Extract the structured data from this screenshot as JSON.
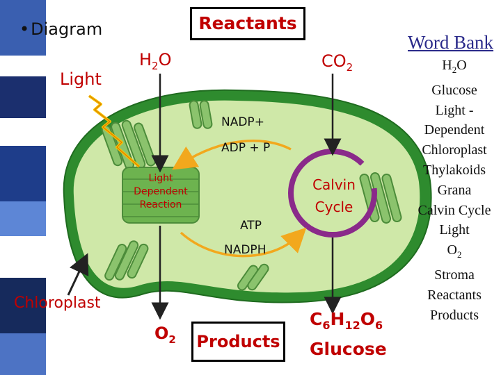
{
  "title": {
    "bullet": "•",
    "text": "Diagram"
  },
  "reactants_label": "Reactants",
  "light_label": "Light",
  "h2o": {
    "base": "H",
    "sub": "2",
    "tail": "O"
  },
  "co2": {
    "base": "CO",
    "sub": "2"
  },
  "nadp_label": "NADP+",
  "adp_label": "ADP + P",
  "light_dependent": {
    "line1": "Light",
    "line2": "Dependent",
    "line3": "Reaction"
  },
  "calvin": {
    "line1": "Calvin",
    "line2": "Cycle"
  },
  "atp_label": "ATP",
  "nadph_label": "NADPH",
  "chloroplast_label": "Chloroplast",
  "o2": {
    "base": "O",
    "sub": "2"
  },
  "products_label": "Products",
  "glucose_formula": {
    "c": "C",
    "c_sub": "6",
    "h": "H",
    "h_sub": "12",
    "o": "O",
    "o_sub": "6"
  },
  "glucose_label": "Glucose",
  "word_bank": {
    "title": "Word Bank",
    "items": [
      {
        "base": "H",
        "sub": "2",
        "tail": "O"
      },
      {
        "base": "Glucose"
      },
      {
        "base": "Light -"
      },
      {
        "base": "Dependent"
      },
      {
        "base": "Chloroplast"
      },
      {
        "base": "Thylakoids"
      },
      {
        "base": "Grana"
      },
      {
        "base": "Calvin Cycle"
      },
      {
        "base": "Light"
      },
      {
        "base": "O",
        "sub": "2"
      },
      {
        "base": "Stroma"
      },
      {
        "base": "Reactants"
      },
      {
        "base": "Products"
      }
    ]
  },
  "colors": {
    "red_text": "#c00000",
    "chloroplast_outer": "#2e8b2e",
    "chloroplast_fill": "#cfe8a8",
    "thylakoid": "#5aa84a",
    "arrow_orange": "#f2a81d",
    "calvin_ring": "#8a2a8a",
    "wordbank_title": "#2a2a8a"
  }
}
